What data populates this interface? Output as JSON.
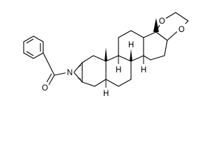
{
  "atoms": {
    "nitrogen": "N",
    "carbonyl_oxygen": "O",
    "ketal_oxygen_upper": "O",
    "ketal_oxygen_right": "O"
  },
  "stereo_hydrogens": {
    "h8": "H",
    "h9": "H",
    "h14": "H",
    "h5": "H"
  },
  "colors": {
    "bond": "#000000",
    "background": "#ffffff"
  }
}
